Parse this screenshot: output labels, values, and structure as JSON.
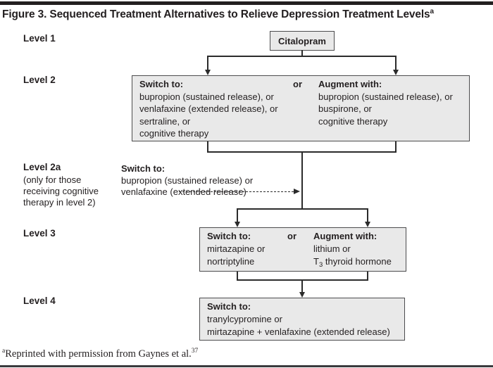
{
  "title": {
    "text": "Figure 3. Sequenced Treatment Alternatives to Relieve Depression Treatment Levels",
    "sup": "a"
  },
  "levels": {
    "level1": {
      "label": "Level 1",
      "box": {
        "text": "Citalopram"
      }
    },
    "level2": {
      "label": "Level 2",
      "box": {
        "switch": {
          "heading": "Switch to:",
          "items": [
            "bupropion (sustained release), or",
            "venlafaxine (extended release), or",
            "sertraline, or",
            "cognitive therapy"
          ]
        },
        "or": "or",
        "augment": {
          "heading": "Augment with:",
          "items": [
            "bupropion (sustained release), or",
            "buspirone, or",
            "cognitive therapy"
          ]
        }
      }
    },
    "level2a": {
      "label": "Level 2a",
      "note_lines": [
        "(only for those",
        "receiving cognitive",
        "therapy in level 2)"
      ],
      "switch": {
        "heading": "Switch to:",
        "items": [
          "bupropion (sustained release) or",
          "venlafaxine (extended release)"
        ]
      }
    },
    "level3": {
      "label": "Level 3",
      "box": {
        "switch": {
          "heading": "Switch to:",
          "items": [
            "mirtazapine or",
            "nortriptyline"
          ]
        },
        "or": "or",
        "augment": {
          "heading": "Augment with:",
          "items": [
            "lithium or"
          ],
          "t3": {
            "pre": "T",
            "sub": "3",
            "post": " thyroid hormone"
          }
        }
      }
    },
    "level4": {
      "label": "Level 4",
      "box": {
        "heading": "Switch to:",
        "items": [
          "tranylcypromine or",
          "mirtazapine + venlafaxine (extended release)"
        ]
      }
    }
  },
  "footnote": {
    "sup_pre": "a",
    "text": "Reprinted with permission from Gaynes et al.",
    "sup_post": "37"
  },
  "colors": {
    "box_fill": "#e9e9e9",
    "box_border": "#4c4c4e",
    "line": "#2b2b2b",
    "text": "#231f20",
    "rule": "#231f20"
  }
}
